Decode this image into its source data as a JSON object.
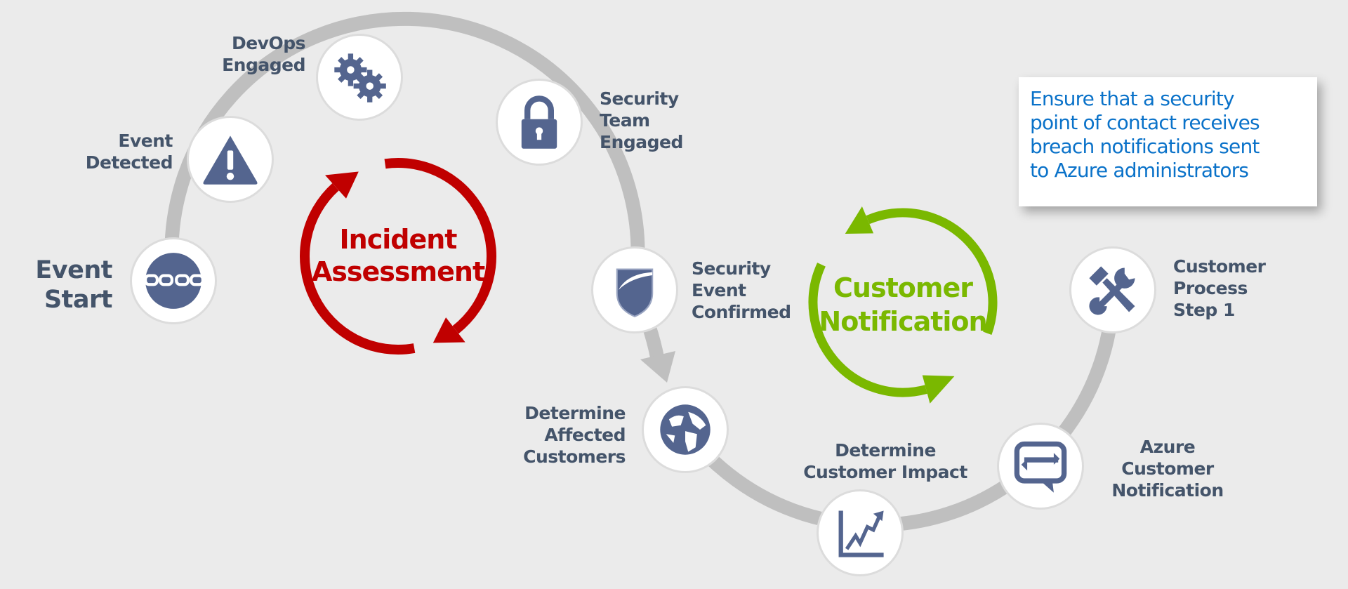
{
  "colors": {
    "path": "#bfbfbf",
    "icon": "#54658f",
    "label": "#44546a",
    "incident": "#c00000",
    "notification": "#7ab800",
    "callout_text": "#0a72c9"
  },
  "incident": {
    "lines": [
      "Incident",
      "Assessment"
    ]
  },
  "notification": {
    "lines": [
      "Customer",
      "Notification"
    ]
  },
  "callout": {
    "lines": [
      "Ensure that a security",
      "point of contact receives",
      "breach notifications sent",
      "to Azure administrators"
    ]
  },
  "steps": [
    {
      "id": "event-start",
      "icon": "broken-chain-icon",
      "lines": [
        "Event",
        "Start"
      ]
    },
    {
      "id": "event-detected",
      "icon": "warning-icon",
      "lines": [
        "Event",
        "Detected"
      ]
    },
    {
      "id": "devops-engaged",
      "icon": "gears-icon",
      "lines": [
        "DevOps",
        "Engaged"
      ]
    },
    {
      "id": "security-team-engaged",
      "icon": "lock-icon",
      "lines": [
        "Security",
        "Team",
        "Engaged"
      ]
    },
    {
      "id": "security-event-confirmed",
      "icon": "shield-icon",
      "lines": [
        "Security",
        "Event",
        "Confirmed"
      ]
    },
    {
      "id": "determine-affected-customers",
      "icon": "globe-icon",
      "lines": [
        "Determine",
        "Affected",
        "Customers"
      ]
    },
    {
      "id": "determine-customer-impact",
      "icon": "chart-icon",
      "lines": [
        "Determine",
        "Customer Impact"
      ]
    },
    {
      "id": "azure-customer-notification",
      "icon": "message-icon",
      "lines": [
        "Azure",
        "Customer",
        "Notification"
      ]
    },
    {
      "id": "customer-process-step-1",
      "icon": "tools-icon",
      "lines": [
        "Customer",
        "Process",
        "Step 1"
      ]
    }
  ]
}
